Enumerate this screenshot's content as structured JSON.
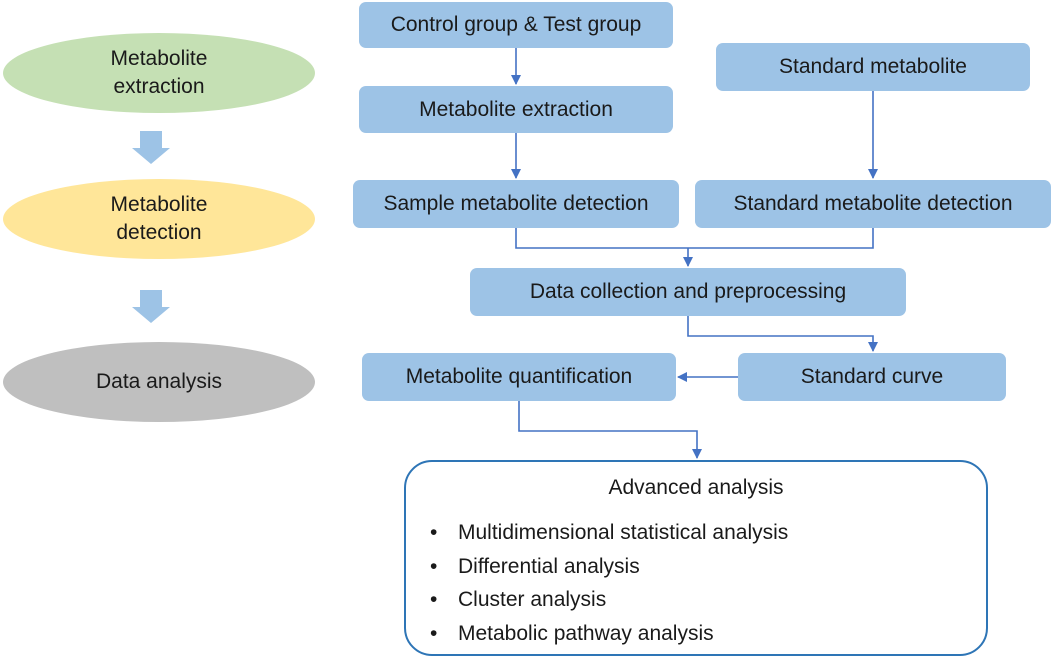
{
  "stages": [
    {
      "label": "Metabolite\nextraction",
      "color": "#c5e0b4"
    },
    {
      "label": "Metabolite\ndetection",
      "color": "#ffe699"
    },
    {
      "label": "Data analysis",
      "color": "#bfbfbf"
    }
  ],
  "nodes": {
    "control_test": "Control group & Test group",
    "extraction": "Metabolite extraction",
    "standard_metabolite": "Standard metabolite",
    "sample_detection": "Sample metabolite detection",
    "standard_detection": "Standard metabolite detection",
    "data_collection": "Data collection and preprocessing",
    "standard_curve": "Standard curve",
    "quantification": "Metabolite quantification"
  },
  "advanced": {
    "title": "Advanced analysis",
    "items": [
      "Multidimensional statistical analysis",
      "Differential analysis",
      "Cluster analysis",
      "Metabolic pathway analysis"
    ]
  },
  "colors": {
    "box_fill": "#9dc3e6",
    "connector": "#4472c4",
    "stage_arrow": "#9dc3e6",
    "advanced_border": "#2e75b6"
  }
}
